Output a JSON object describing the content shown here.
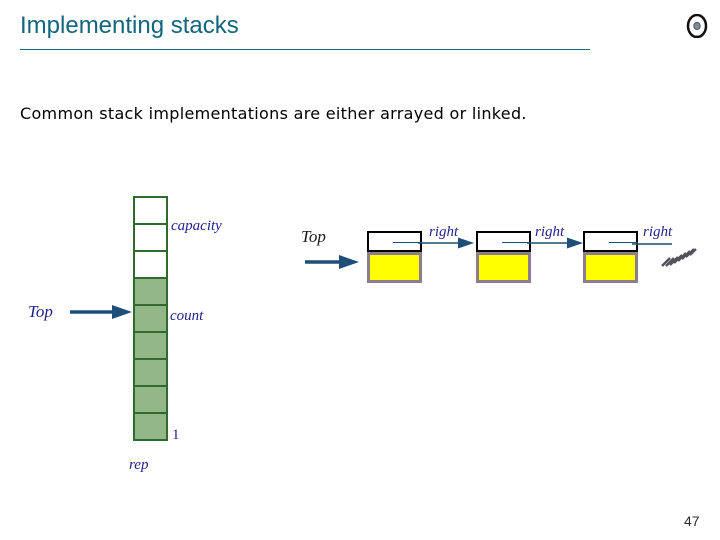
{
  "slide": {
    "title": "Implementing stacks",
    "title_color": "#11667C",
    "body_text": "Common stack implementations are either arrayed or linked.",
    "page_number": "47",
    "header_icon": "disc-icon"
  },
  "figure": {
    "arrayed_stack": {
      "pointer_label": "Top",
      "capacity_label": "capacity",
      "count_label": "count",
      "index_label": "1",
      "rep_label": "rep",
      "cells": [
        {
          "filled": false
        },
        {
          "filled": false
        },
        {
          "filled": false
        },
        {
          "filled": true
        },
        {
          "filled": true
        },
        {
          "filled": true
        },
        {
          "filled": true
        },
        {
          "filled": true
        },
        {
          "filled": true
        }
      ],
      "cell_count": 9,
      "filled_count": 6,
      "empty_count": 3,
      "fill_color": "#93B786",
      "border_color": "#2F6B2F"
    },
    "linked_stack": {
      "pointer_label": "Top",
      "nodes": [
        {
          "right_label": "right"
        },
        {
          "right_label": "right"
        },
        {
          "right_label": "right"
        }
      ],
      "node_fill_color": "#FFFF00",
      "node_border_color": "#8C7E8C",
      "node_top_border_color": "#000000",
      "terminator": "null-ground-hatch"
    },
    "arrow_color": "#1F4E79"
  }
}
